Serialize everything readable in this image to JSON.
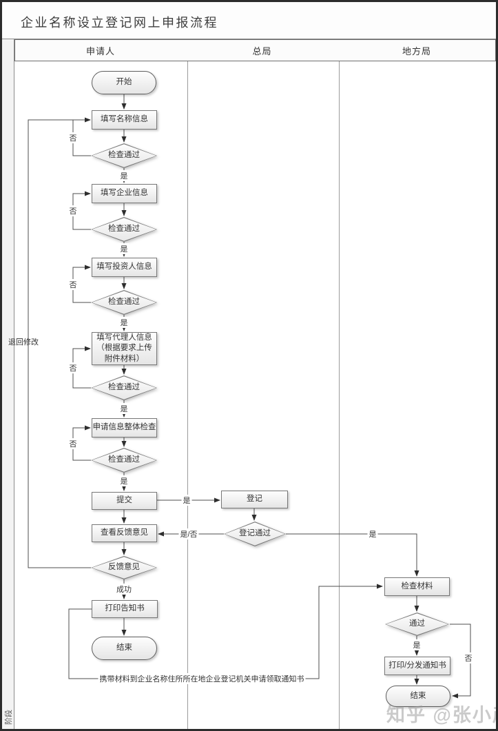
{
  "title": "企业名称设立登记网上申报流程",
  "stage_label": "阶段",
  "watermark": "知乎 @张小彦",
  "lanes": {
    "applicant": "申请人",
    "central": "总局",
    "local": "地方局"
  },
  "nodes": {
    "start": "开始",
    "fill_name": "填写名称信息",
    "check_name": "检查通过",
    "fill_company": "填写企业信息",
    "check_company": "检查通过",
    "fill_investor": "填写投资人信息",
    "check_investor": "检查通过",
    "fill_agent": "填写代理人信息（根据要求上传附件材料）",
    "check_agent": "检查通过",
    "overall_check": "申请信息整体检查",
    "check_overall": "检查通过",
    "submit": "提交",
    "register": "登记",
    "register_check": "登记通过",
    "view_feedback": "查看反馈意见",
    "feedback": "反馈意见",
    "print_notice": "打印告知书",
    "end_applicant": "结束",
    "check_materials": "检查材料",
    "pass_check": "通过",
    "print_distribute": "打印/分发通知书",
    "end_local": "结束"
  },
  "labels": {
    "yes1": "是",
    "yes2": "是",
    "yes3": "是",
    "yes4": "是",
    "yes5": "是",
    "no1": "否",
    "no2": "否",
    "no3": "否",
    "no4": "否",
    "no5": "否",
    "submit_yes": "是",
    "reg_to_feedback": "是/否",
    "reg_to_local": "是",
    "success": "成功",
    "pass_yes": "是",
    "pass_no": "否",
    "return_modify": "退回修改",
    "carry_note": "携带材料到企业名称住所所在地企业登记机关申请领取通知书"
  }
}
